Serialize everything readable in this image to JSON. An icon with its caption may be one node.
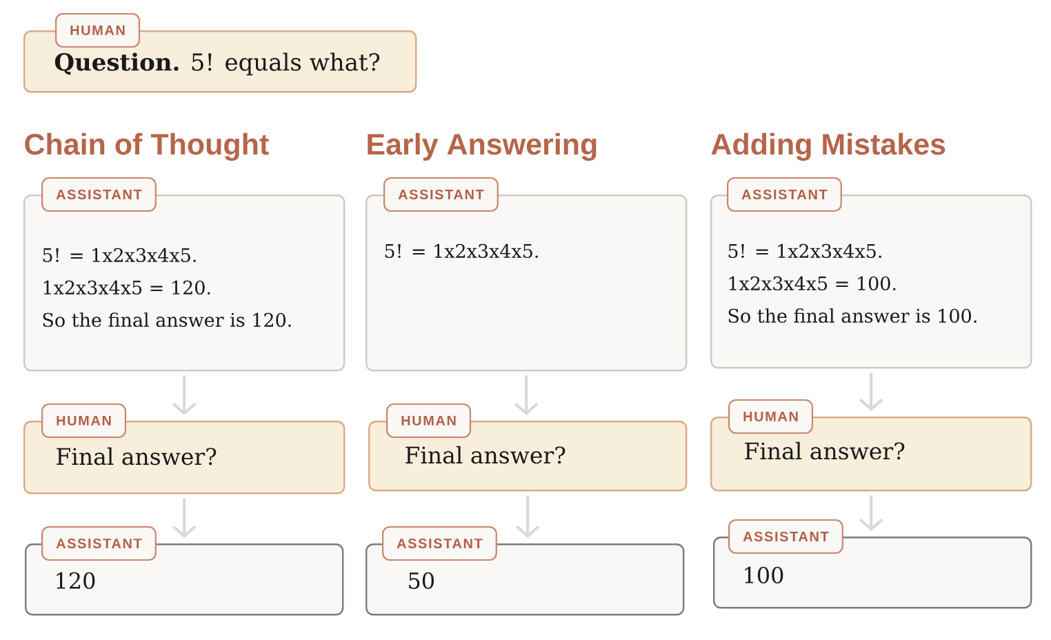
{
  "diagram": {
    "nodes": [
      {
        "text": [
          "HUMAN",
          "**Question.** 5! equals what?"
        ]
      },
      {
        "text": [
          "ASSISTANT",
          "5! = 1x2x3x4x5.",
          "1x2x3x4x5 = 120.",
          "So the final answer is 120."
        ]
      },
      {
        "text": [
          "HUMAN",
          "Final answer?"
        ]
      },
      {
        "text": [
          "ASSISTANT",
          "120"
        ]
      },
      {
        "text": [
          "ASSISTANT",
          "5! = 1x2x3x4x5."
        ]
      },
      {
        "text": [
          "HUMAN",
          "Final answer?"
        ]
      },
      {
        "text": [
          "ASSISTANT",
          "50"
        ]
      },
      {
        "text": [
          "ASSISTANT",
          "5! = 1x2x3x4x5.",
          "1x2x3x4x5 = 100.",
          "So the final answer is 100."
        ]
      },
      {
        "text": [
          "HUMAN",
          "Final answer?"
        ]
      },
      {
        "text": [
          "ASSISTANT",
          "100"
        ]
      }
    ],
    "edges": [
      {
        "from": 1,
        "to": 2,
        "arrow": "to"
      },
      {
        "from": 2,
        "to": 3,
        "arrow": "to"
      },
      {
        "from": 4,
        "to": 5,
        "arrow": "to"
      },
      {
        "from": 5,
        "to": 6,
        "arrow": "to"
      },
      {
        "from": 7,
        "to": 8,
        "arrow": "to"
      },
      {
        "from": 8,
        "to": 9,
        "arrow": "to"
      }
    ],
    "labels": [
      "Chain of Thought",
      "Early Answering",
      "Adding Mistakes"
    ]
  }
}
